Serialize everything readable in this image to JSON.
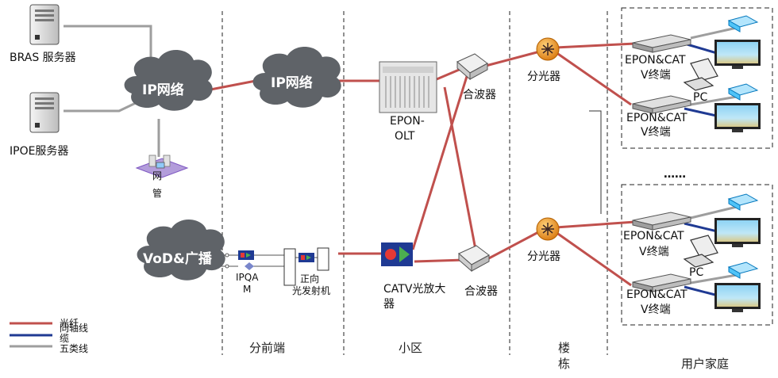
{
  "servers": {
    "bras": "BRAS 服务器",
    "ipoe": "IPOE服务器"
  },
  "clouds": {
    "ip1": "IP网络",
    "ip2": "IP网络",
    "vod": "VoD&广播"
  },
  "nms": {
    "char1": "网",
    "char2": "管"
  },
  "devices": {
    "olt_line1": "EPON-",
    "olt_line2": "OLT",
    "combiner_top": "合波器",
    "combiner_bottom": "合波器",
    "splitter_top": "分光器",
    "splitter_bottom": "分光器",
    "amp_line1": "CATV光放大",
    "amp_line2": "器",
    "ipqam_line1": "IPQA",
    "ipqam_line2": "M",
    "tx_line1": "正向",
    "tx_line2": "光发射机"
  },
  "terminals": {
    "t1_line1": "EPON&CAT",
    "t1_line2": "V终端",
    "t2_line1": "EPON&CAT",
    "t2_line2": "V终端",
    "t3_line1": "EPON&CAT",
    "t3_line2": "V终端",
    "t4_line1": "EPON&CAT",
    "t4_line2": "V终端",
    "pc1": "PC",
    "pc2": "PC"
  },
  "ellipsis": "……",
  "sections": {
    "headend": "分前端",
    "community": "小区",
    "building_1": "楼",
    "building_2": "栋",
    "home": "用户家庭"
  },
  "legend": {
    "fiber": "光纤",
    "coax_1": "同轴线",
    "coax_2": "缆",
    "cat5": "五类线"
  },
  "colors": {
    "fiber": "#c0504d",
    "coax": "#1f3a93",
    "cat5": "#9e9e9e",
    "cloud": "#5f6368"
  }
}
